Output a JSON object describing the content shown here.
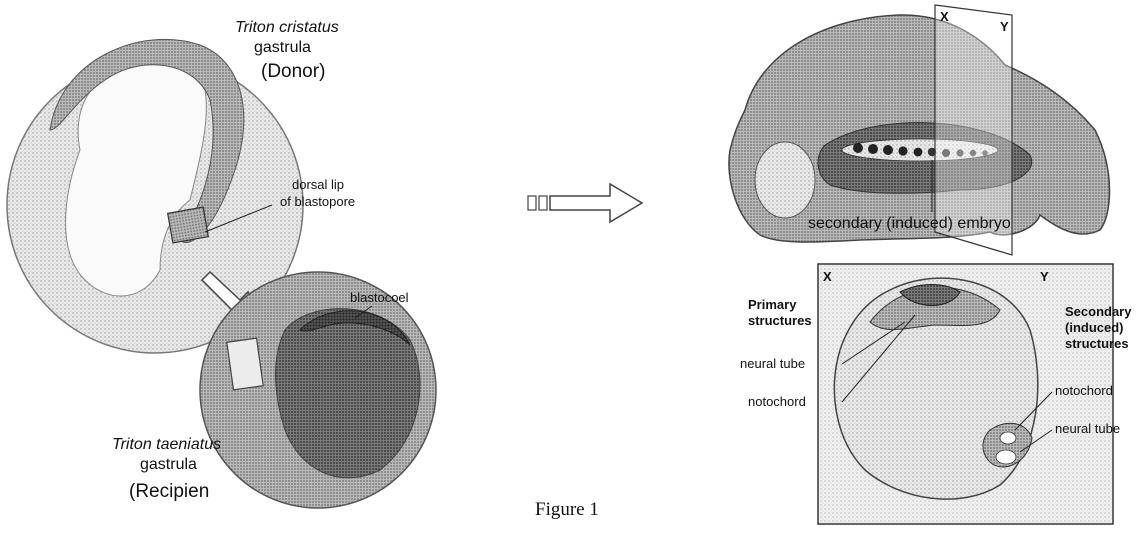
{
  "labels": {
    "donor_species": "Triton cristatus",
    "donor_stage": "gastrula",
    "donor_role": "(Donor)",
    "dorsal_lip_1": "dorsal lip",
    "dorsal_lip_2": "of blastopore",
    "blastocoel": "blastocoel",
    "recipient_species": "Triton taeniatus",
    "recipient_stage": "gastrula",
    "recipient_role": "(Recipien",
    "secondary_embryo": "secondary (induced) embryo",
    "plane_x": "X",
    "plane_y": "Y",
    "section_x": "X",
    "section_y": "Y",
    "primary_1": "Primary",
    "primary_2": "structures",
    "primary_neural_tube": "neural tube",
    "primary_notochord": "notochord",
    "secondary_1": "Secondary",
    "secondary_2": "(induced)",
    "secondary_3": "structures",
    "secondary_notochord": "notochord",
    "secondary_neural_tube": "neural tube",
    "caption": "Figure 1"
  }
}
